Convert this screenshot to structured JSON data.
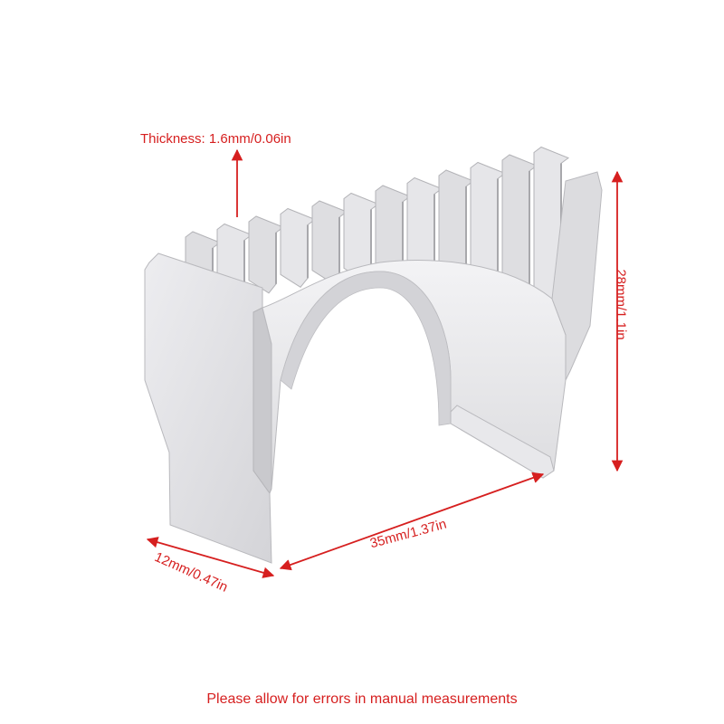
{
  "labels": {
    "thickness": "Thickness: 1.6mm/0.06in",
    "height": "28mm/1.1in",
    "width": "35mm/1.37in",
    "depth": "12mm/0.47in"
  },
  "note": "Please allow for errors in manual measurements",
  "colors": {
    "annotation": "#d61f1f",
    "metal_light": "#e4e4e6",
    "metal_mid": "#cfcfd2",
    "metal_dark": "#a9a9ad",
    "background": "#ffffff"
  },
  "icons": {
    "heatsink": "heatsink-illustration"
  }
}
